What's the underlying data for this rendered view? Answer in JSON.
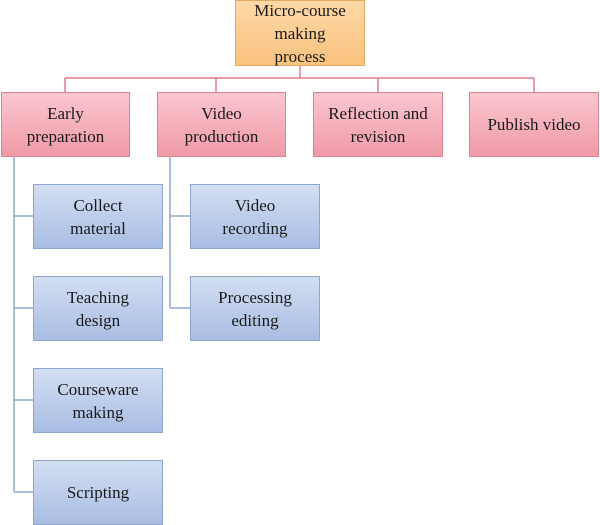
{
  "root": {
    "label": "Micro-course\nmaking\nprocess"
  },
  "phases": [
    {
      "label": "Early\npreparation"
    },
    {
      "label": "Video\nproduction"
    },
    {
      "label": "Reflection and\nrevision"
    },
    {
      "label": "Publish video"
    }
  ],
  "early_preparation_tasks": [
    {
      "label": "Collect\nmaterial"
    },
    {
      "label": "Teaching\ndesign"
    },
    {
      "label": "Courseware\nmaking"
    },
    {
      "label": "Scripting"
    }
  ],
  "video_production_tasks": [
    {
      "label": "Video\nrecording"
    },
    {
      "label": "Processing\nediting"
    }
  ],
  "colors": {
    "root_fill": "#f9c27e",
    "phase_fill": "#ef9aa7",
    "task_fill": "#a9bde3",
    "phase_connector": "#e07a8c",
    "task_connector": "#8fa9d4"
  }
}
